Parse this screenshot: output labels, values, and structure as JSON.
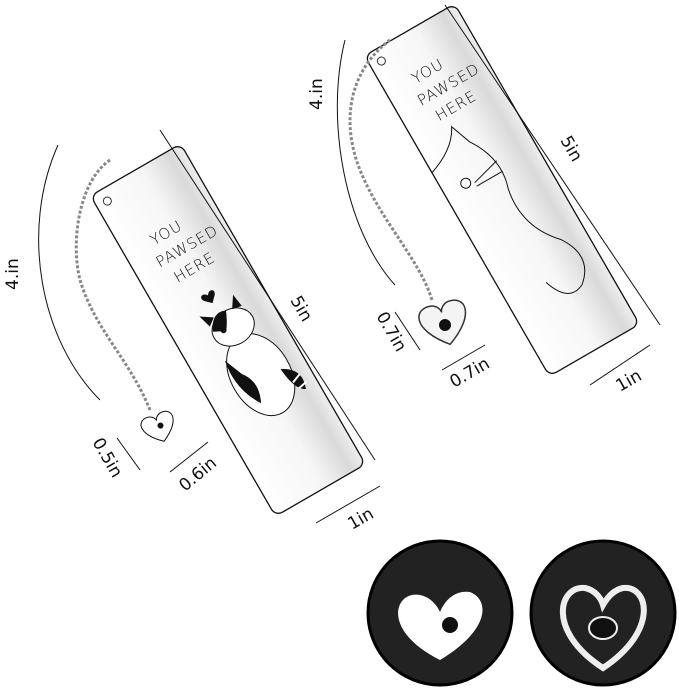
{
  "product": {
    "type": "cat bookmarks with heart paw charms",
    "background_color": "#ffffff"
  },
  "bookmark_left": {
    "engraving": [
      "YOU",
      "PAWSED",
      "HERE"
    ],
    "illustration": "black-and-white sitting cat with heart",
    "dimensions": {
      "chain_length": "4.in",
      "bookmark_length": "5in",
      "bookmark_width": "1in",
      "charm_height": "0.5in",
      "charm_width": "0.6in"
    }
  },
  "bookmark_right": {
    "engraving": [
      "YOU",
      "PAWSED",
      "HERE"
    ],
    "illustration": "line-drawn cat",
    "dimensions": {
      "chain_length": "4.in",
      "bookmark_length": "5in",
      "bookmark_width": "1in",
      "charm_height": "0.7in",
      "charm_width": "0.7in"
    }
  },
  "charm_closeups": [
    {
      "name": "heart charm with cat paw",
      "bg_color": "#222222"
    },
    {
      "name": "hollow heart charm with paw print",
      "bg_color": "#222222"
    }
  ]
}
